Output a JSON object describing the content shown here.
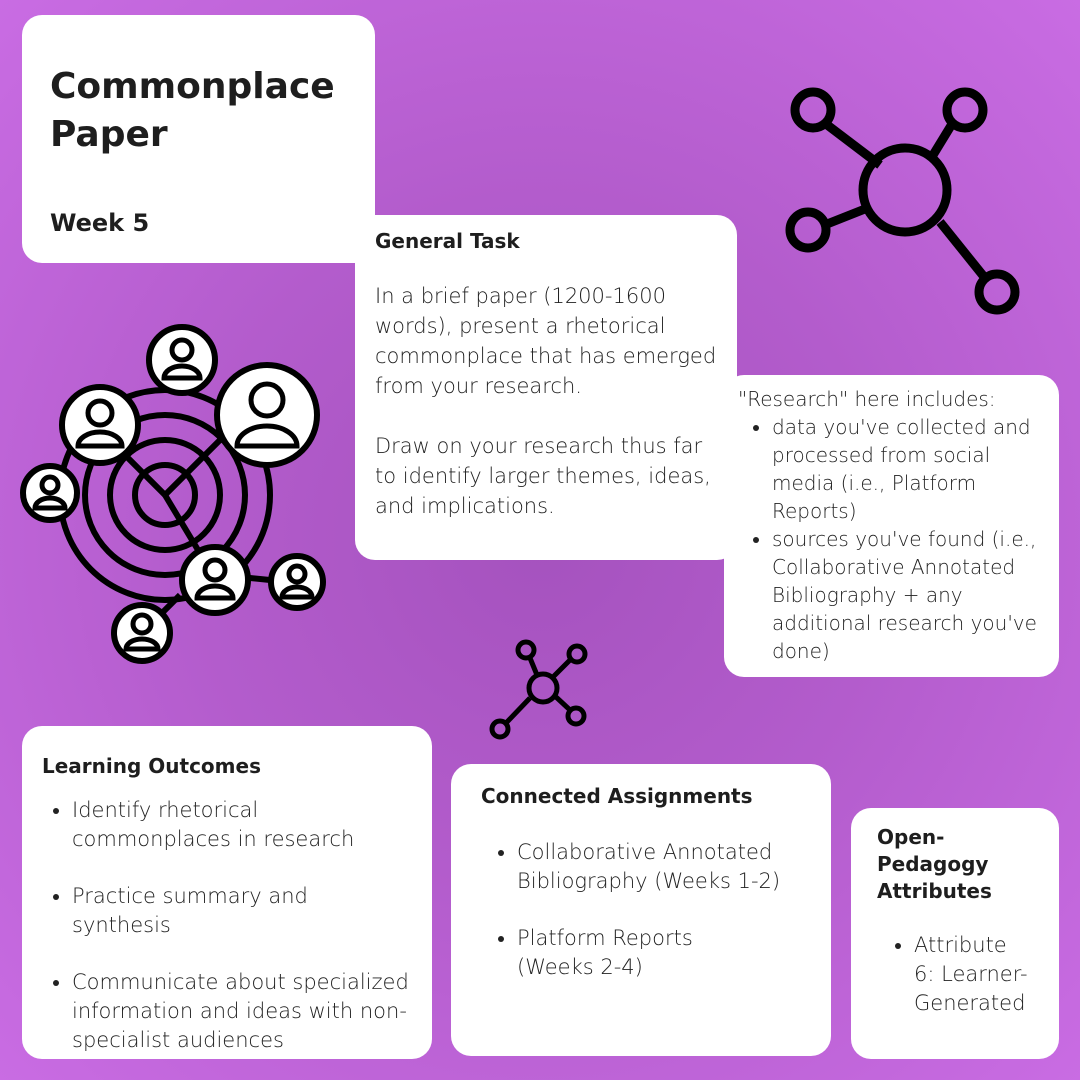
{
  "title": {
    "line1": "Commonplace",
    "line2": "Paper",
    "week": "Week 5"
  },
  "general_task": {
    "heading": "General Task",
    "p1": "In a brief paper (1200-1600 words), present a rhetorical commonplace that has emerged from your research.",
    "p2": "Draw on your research thus far to identify larger themes, ideas, and implications."
  },
  "research": {
    "intro": "\"Research\" here includes:",
    "items": [
      "data you've collected and processed from social media (i.e., Platform Reports)",
      "sources you've found (i.e., Collaborative Annotated Bibliography + any additional research you've done)"
    ]
  },
  "learning_outcomes": {
    "heading": "Learning Outcomes",
    "items": [
      "Identify rhetorical commonplaces in research",
      "Practice summary and synthesis",
      "Communicate about specialized information and ideas with non-specialist audiences"
    ]
  },
  "connected": {
    "heading": "Connected Assignments",
    "items": [
      "Collaborative Annotated Bibliography (Weeks 1-2)",
      "Platform Reports (Weeks 2-4)"
    ]
  },
  "open_pedagogy": {
    "heading": "Open-Pedagogy Attributes",
    "items": [
      "Attribute 6: Learner-Generated"
    ]
  }
}
